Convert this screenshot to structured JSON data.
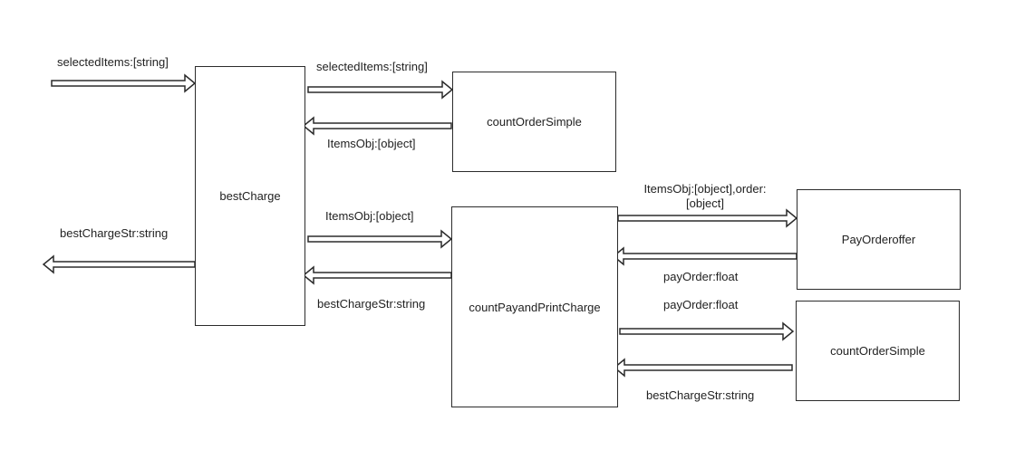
{
  "nodes": {
    "best_charge": "bestCharge",
    "count_order_simple_top": "countOrderSimple",
    "count_pay_and_print_charge": "countPayandPrintCharge",
    "pay_order_offer": "PayOrderoffer",
    "count_order_simple_bottom": "countOrderSimple"
  },
  "edges": {
    "input_selected_items": "selectedItems:[string]",
    "output_best_charge_str": "bestChargeStr:string",
    "to_count_order_simple": "selectedItems:[string]",
    "from_count_order_simple": "ItemsObj:[object]",
    "to_count_pay_and_print": "ItemsObj:[object]",
    "from_count_pay_and_print": "bestChargeStr:string",
    "to_pay_order_offer_line1": "ItemsObj:[object],order:",
    "to_pay_order_offer_line2": "[object]",
    "from_pay_order_offer": "payOrder:float",
    "to_count_order_simple_bottom": "payOrder:float",
    "from_count_order_simple_bottom": "bestChargeStr:string"
  },
  "colors": {
    "stroke": "#2b2b2b",
    "fill": "#ffffff"
  }
}
